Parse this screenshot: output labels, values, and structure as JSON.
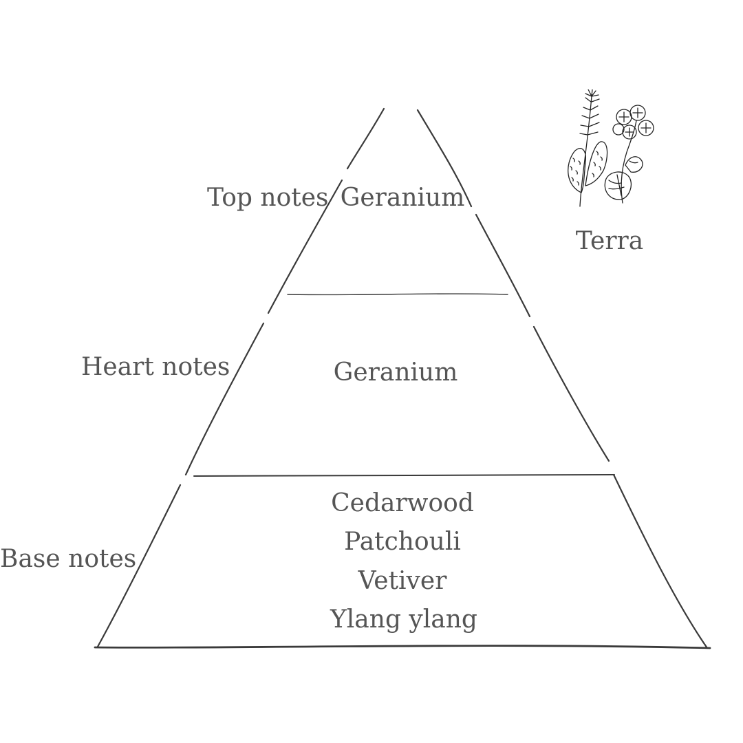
{
  "product_name": "Terra",
  "tiers": [
    {
      "label": "Top notes",
      "notes": [
        "Geranium"
      ]
    },
    {
      "label": "Heart notes",
      "notes": [
        "Geranium"
      ]
    },
    {
      "label": "Base notes",
      "notes": [
        "Cedarwood",
        "Patchouli",
        "Vetiver",
        "Ylang ylang"
      ]
    }
  ],
  "illustration": "botanical-sprig-geranium-icon",
  "colors": {
    "ink": "#555555",
    "line": "#3a3a3a",
    "background": "#ffffff"
  }
}
